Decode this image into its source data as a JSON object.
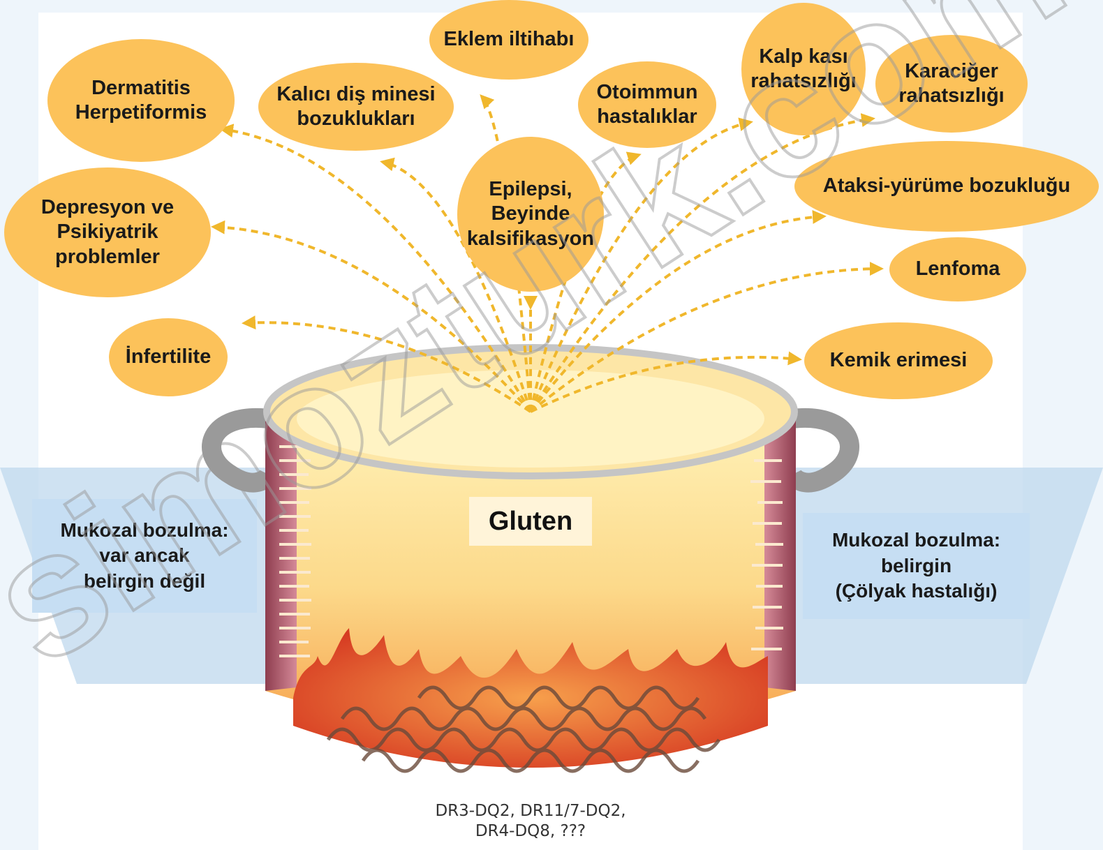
{
  "bubbles": [
    {
      "id": "dermatitis",
      "text": "Dermatitis\nHerpetiformis"
    },
    {
      "id": "dis-minesi",
      "text": "Kalıcı diş minesi\nbozuklukları"
    },
    {
      "id": "eklem",
      "text": "Eklem iltihabı"
    },
    {
      "id": "otoimmun",
      "text": "Otoimmun\nhastalıklar"
    },
    {
      "id": "kalp",
      "text": "Kalp kası\nrahatsızlığı"
    },
    {
      "id": "karaciger",
      "text": "Karaciğer\nrahatsızlığı"
    },
    {
      "id": "depresyon",
      "text": "Depresyon ve\nPsikiyatrik\nproblemler"
    },
    {
      "id": "epilepsi",
      "text": "Epilepsi,\nBeyinde\nkalsifikasyon"
    },
    {
      "id": "ataksi",
      "text": "Ataksi-yürüme bozukluğu"
    },
    {
      "id": "lenfoma",
      "text": "Lenfoma"
    },
    {
      "id": "infertilite",
      "text": "İnfertilite"
    },
    {
      "id": "kemik",
      "text": "Kemik erimesi"
    }
  ],
  "left_panel": "Mukozal bozulma:\nvar ancak\nbelirgin değil",
  "right_panel": "Mukozal bozulma:\nbelirgin\n(Çölyak hastalığı)",
  "center_label": "Gluten",
  "footer": "DR3-DQ2, DR11/7-DQ2,\nDR4-DQ8, ???",
  "watermark": "simozturk.com",
  "colors": {
    "bubble": "#fcc25a",
    "panel": "#c6def3",
    "arrow": "#f0b72c",
    "flame": "#e2452a",
    "pot_wall": "#b85c6c"
  }
}
